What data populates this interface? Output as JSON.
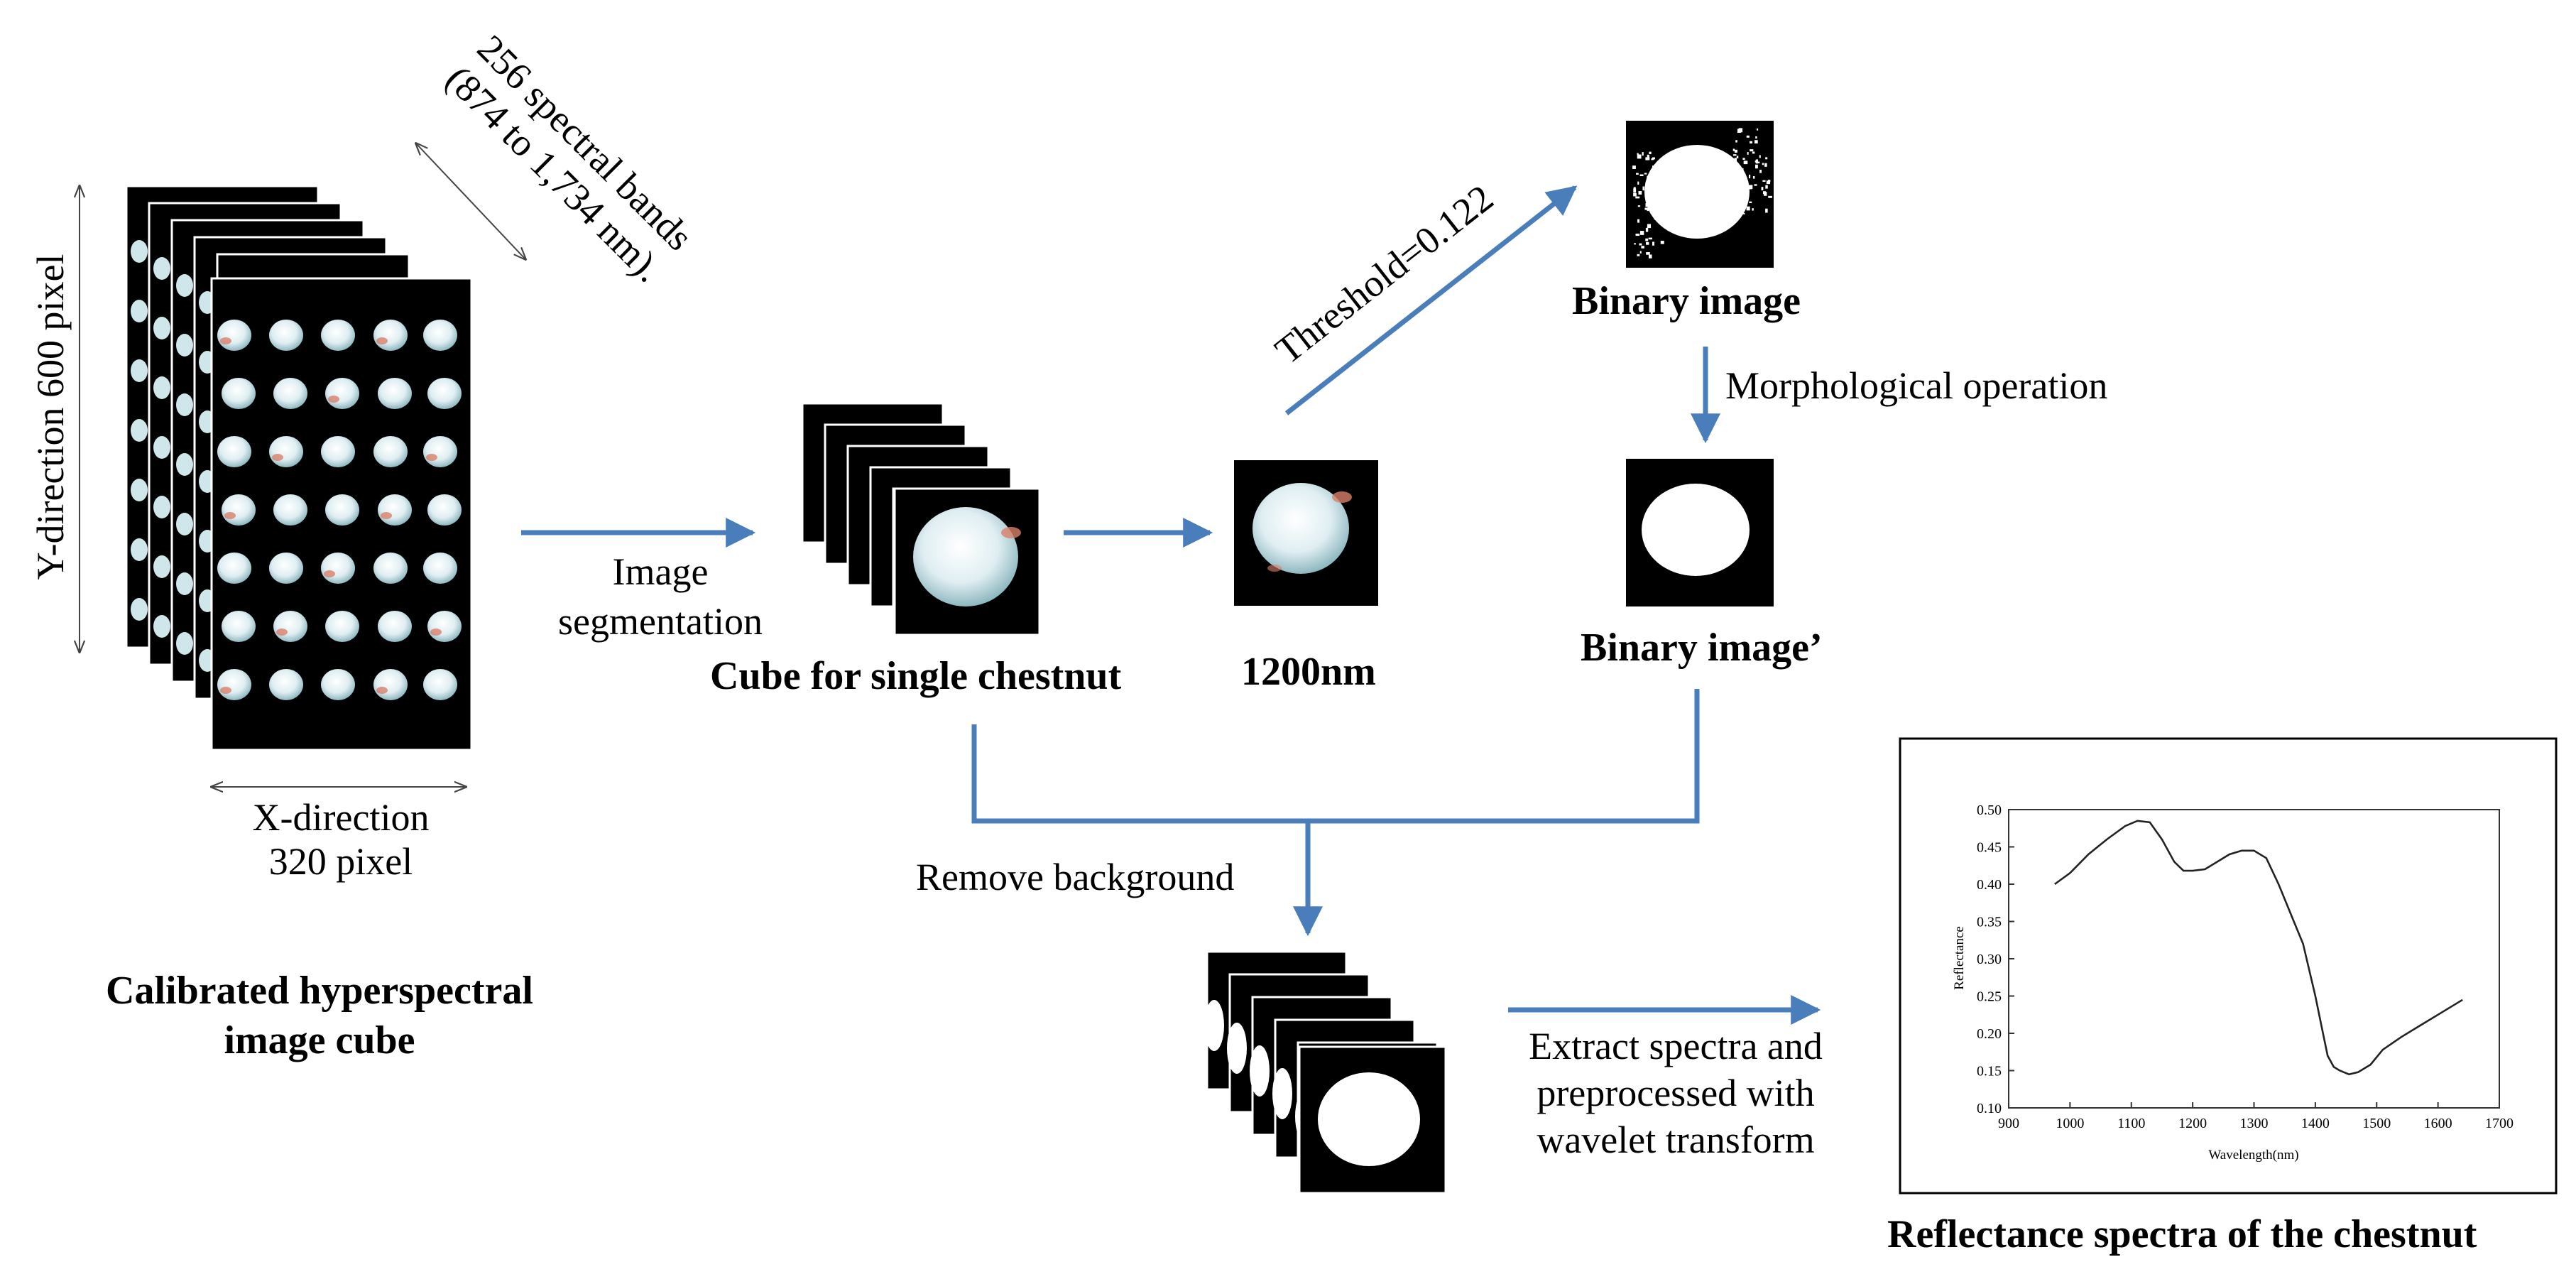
{
  "colors": {
    "arrow": "#4A7EBB",
    "background": "#000000",
    "chestnut": "#dfeef2",
    "chestnut_spot": "#d9806a"
  },
  "cube": {
    "dim_bands_line1": "256 spectral bands",
    "dim_bands_line2": "(874 to 1,734 nm).",
    "dim_y": "Y-direction  600 pixel",
    "dim_x_line1": "X-direction",
    "dim_x_line2": "320 pixel",
    "caption_line1": "Calibrated hyperspectral",
    "caption_line2": "image cube"
  },
  "segmentation": {
    "label_line1": "Image",
    "label_line2": "segmentation",
    "caption": "Cube for single chestnut"
  },
  "band_image": {
    "caption": "1200nm"
  },
  "threshold": {
    "label": "Threshold=0.122"
  },
  "binary": {
    "caption": "Binary image",
    "morph_label": "Morphological operation",
    "caption2": "Binary image’"
  },
  "remove_background": {
    "label": "Remove background"
  },
  "extract": {
    "line1": "Extract spectra and",
    "line2": "preprocessed with",
    "line3": "wavelet transform"
  },
  "spectrum": {
    "caption": "Reflectance spectra of the chestnut"
  },
  "chart_data": {
    "type": "line",
    "title": "",
    "xlabel": "Wavelength(nm)",
    "ylabel": "Reflectance",
    "xlim": [
      900,
      1700
    ],
    "ylim": [
      0.1,
      0.5
    ],
    "xticks": [
      "900",
      "1000",
      "1100",
      "1200",
      "1300",
      "1400",
      "1500",
      "1600",
      "1700"
    ],
    "yticks": [
      "0.10",
      "0.15",
      "0.20",
      "0.25",
      "0.30",
      "0.35",
      "0.40",
      "0.45",
      "0.50"
    ],
    "grid": false,
    "x": [
      975,
      1000,
      1030,
      1060,
      1090,
      1110,
      1130,
      1150,
      1170,
      1185,
      1200,
      1220,
      1240,
      1260,
      1280,
      1300,
      1320,
      1340,
      1360,
      1380,
      1400,
      1410,
      1420,
      1430,
      1440,
      1455,
      1470,
      1490,
      1510,
      1540,
      1570,
      1600,
      1640
    ],
    "y": [
      0.4,
      0.415,
      0.44,
      0.46,
      0.478,
      0.485,
      0.483,
      0.46,
      0.43,
      0.418,
      0.418,
      0.42,
      0.43,
      0.44,
      0.445,
      0.445,
      0.435,
      0.4,
      0.36,
      0.32,
      0.25,
      0.21,
      0.17,
      0.155,
      0.15,
      0.145,
      0.148,
      0.158,
      0.178,
      0.195,
      0.21,
      0.225,
      0.245
    ]
  }
}
